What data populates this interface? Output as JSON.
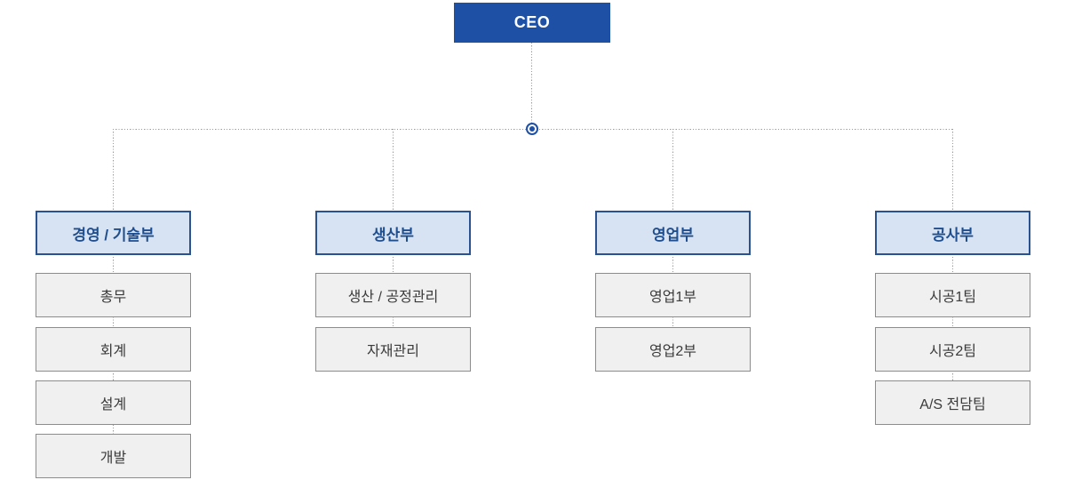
{
  "org_chart": {
    "root": {
      "label": "CEO"
    },
    "departments": [
      {
        "title": "경영 / 기술부",
        "children": [
          "총무",
          "회계",
          "설계",
          "개발"
        ]
      },
      {
        "title": "생산부",
        "children": [
          "생산 / 공정관리",
          "자재관리"
        ]
      },
      {
        "title": "영업부",
        "children": [
          "영업1부",
          "영업2부"
        ]
      },
      {
        "title": "공사부",
        "children": [
          "시공1팀",
          "시공2팀",
          "A/S 전담팀"
        ]
      }
    ],
    "colors": {
      "ceo_background": "#1E50A5",
      "ceo_text": "#FFFFFF",
      "department_background": "#D7E3F2",
      "department_border": "#2A5291",
      "department_text": "#1F4E8F",
      "unit_background": "#F0F0F0",
      "unit_border": "#8C8C8C",
      "unit_text": "#3A3A3A",
      "connector_line": "#9A9A9A",
      "junction_ring": "#1E50A5"
    }
  }
}
